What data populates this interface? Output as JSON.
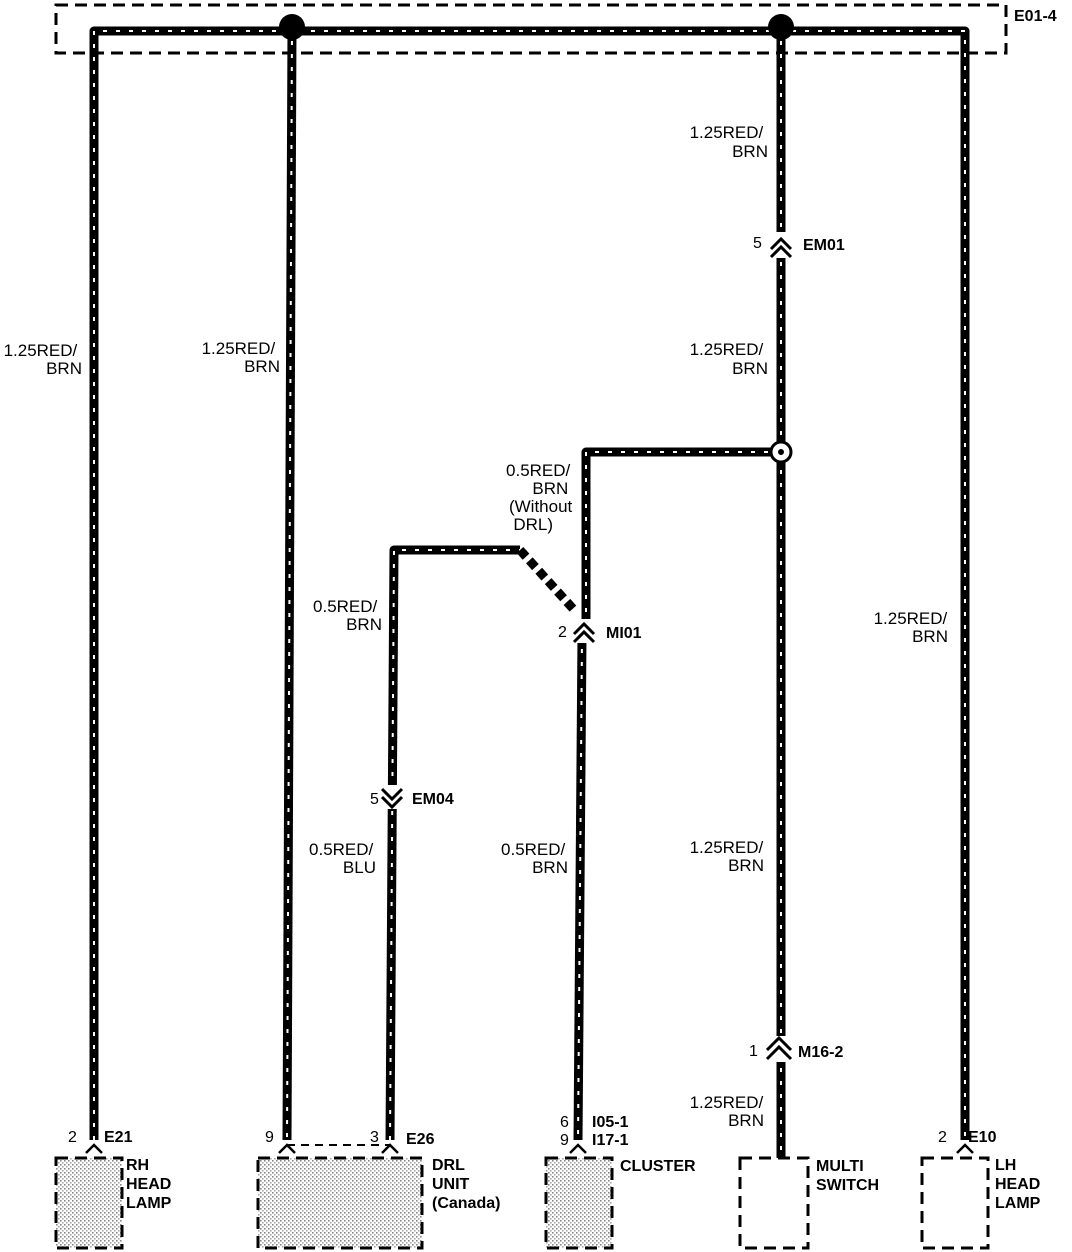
{
  "header": {
    "connector_label": "E01-4"
  },
  "colors": {
    "wire": "#000000",
    "background": "#ffffff",
    "fill_pattern": "#cccccc"
  },
  "wire_labels": {
    "rh_head_lamp": [
      "1.25RED/",
      "BRN"
    ],
    "drl_upper": [
      "1.25RED/",
      "BRN"
    ],
    "right_top": [
      "1.25RED/",
      "BRN"
    ],
    "right_mid": [
      "1.25RED/",
      "BRN"
    ],
    "cluster_upper": [
      "0.5RED/",
      "BRN",
      "(Without",
      "DRL)"
    ],
    "drl_branch": [
      "0.5RED/",
      "BRN"
    ],
    "lh_head_lamp": [
      "1.25RED/",
      "BRN"
    ],
    "drl_lower": [
      "0.5RED/",
      "BLU"
    ],
    "cluster_lower": [
      "0.5RED/",
      "BRN"
    ],
    "multi_upper": [
      "1.25RED/",
      "BRN"
    ],
    "multi_lower": [
      "1.25RED/",
      "BRN"
    ]
  },
  "connectors": {
    "em01": {
      "pin": "5",
      "name": "EM01"
    },
    "mi01": {
      "pin": "2",
      "name": "MI01"
    },
    "em04": {
      "pin": "5",
      "name": "EM04"
    },
    "m16_2": {
      "pin": "1",
      "name": "M16-2"
    }
  },
  "components": {
    "rh_head_lamp": {
      "pin": "2",
      "connector": "E21",
      "name": [
        "RH",
        "HEAD",
        "LAMP"
      ]
    },
    "drl_unit": {
      "pin_left": "9",
      "pin_right": "3",
      "connector": "E26",
      "name": [
        "DRL",
        "UNIT",
        "(Canada)"
      ]
    },
    "cluster": {
      "pins": [
        "6",
        "9"
      ],
      "connectors": [
        "I05-1",
        "I17-1"
      ],
      "name": "CLUSTER"
    },
    "multi_switch": {
      "name": [
        "MULTI",
        "SWITCH"
      ]
    },
    "lh_head_lamp": {
      "pin": "2",
      "connector": "E10",
      "name": [
        "LH",
        "HEAD",
        "LAMP"
      ]
    }
  }
}
